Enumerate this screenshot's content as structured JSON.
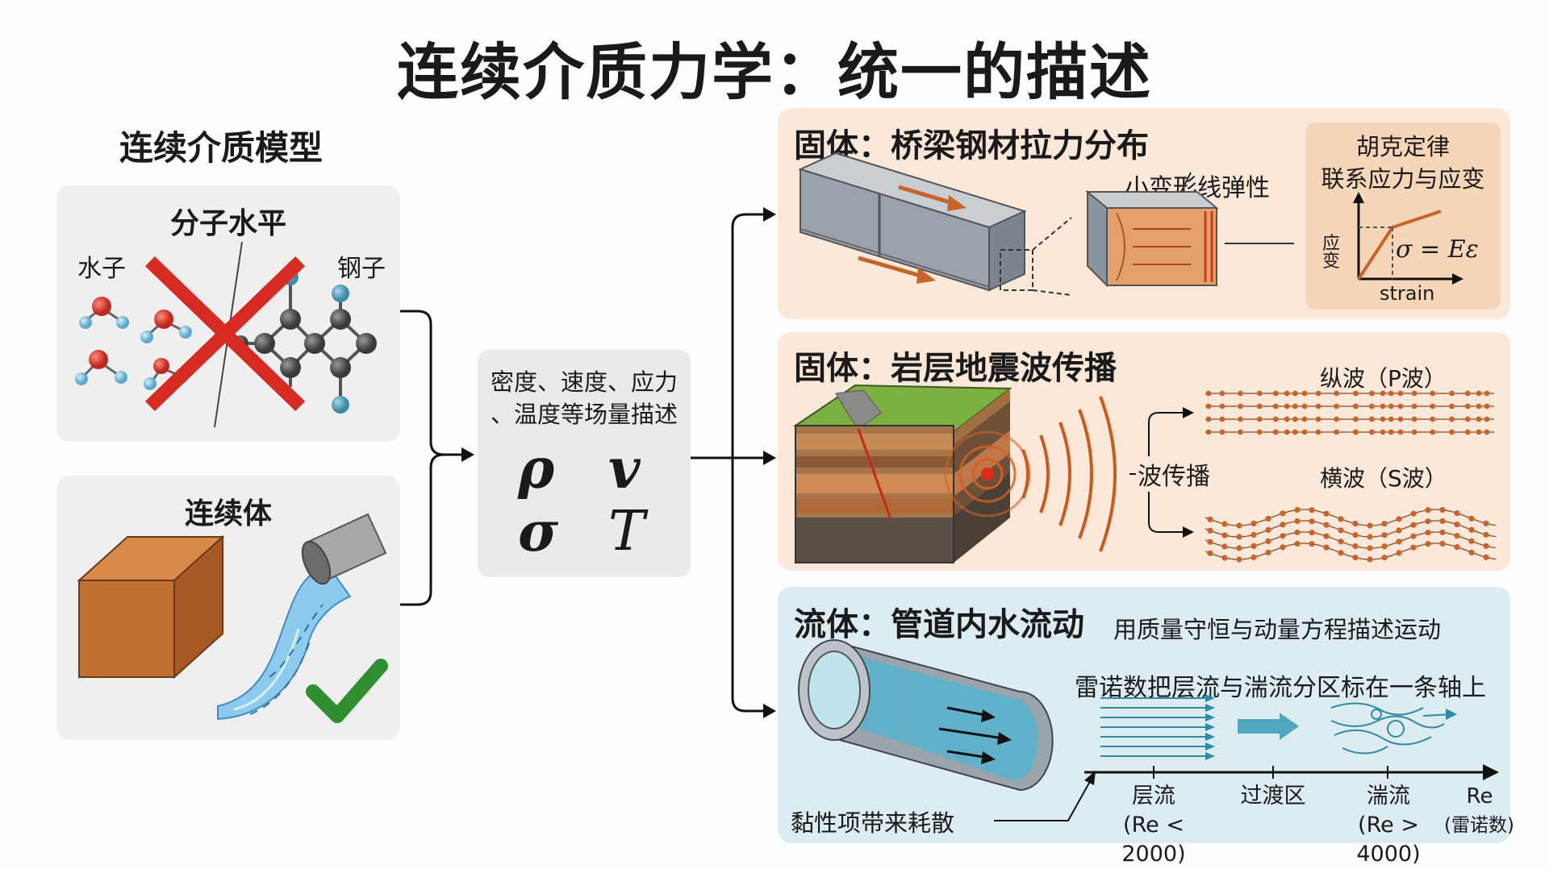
{
  "title": "连续介质力学：统一的描述",
  "left": {
    "heading": "连续介质模型",
    "molecular": {
      "title": "分子水平",
      "water_label": "水子",
      "steel_label": "钢子"
    },
    "continuum": {
      "title": "连续体"
    }
  },
  "center": {
    "description_line1": "密度、速度、应力",
    "description_line2": "、温度等场量描述",
    "symbols": [
      "ρ",
      "v",
      "σ",
      "T"
    ]
  },
  "panels": {
    "bridge": {
      "title": "固体：桥梁钢材拉力分布",
      "callout": "小变形线弹性",
      "hooke_title_line1": "胡克定律",
      "hooke_title_line2": "联系应力与应变",
      "axis_y": "应变",
      "axis_x": "strain",
      "equation": "σ = Eε"
    },
    "seismic": {
      "title": "固体：岩层地震波传播",
      "propagation_label": "波传播",
      "p_wave": "纵波（P波）",
      "s_wave": "横波（S波）"
    },
    "fluid": {
      "title": "流体：管道内水流动",
      "subtitle": "用质量守恒与动量方程描述运动",
      "reynolds_caption": "雷诺数把层流与湍流分区标在一条轴上",
      "viscous_label": "黏性项带来耗散",
      "regimes": [
        {
          "name": "层流",
          "range": "(Re < 2000)"
        },
        {
          "name": "过渡区",
          "range": ""
        },
        {
          "name": "湍流",
          "range": "(Re > 4000)"
        }
      ],
      "axis_name": "Re",
      "axis_sub": "(雷诺数)"
    }
  },
  "colors": {
    "panel_gray": "#efefef",
    "panel_orange": "#fbe8d8",
    "panel_blue": "#dcecf0",
    "hooke_box": "#f6d6b8",
    "red_cross": "#d62a22",
    "check_green": "#2f8f2f",
    "accent_orange": "#c8642a"
  }
}
